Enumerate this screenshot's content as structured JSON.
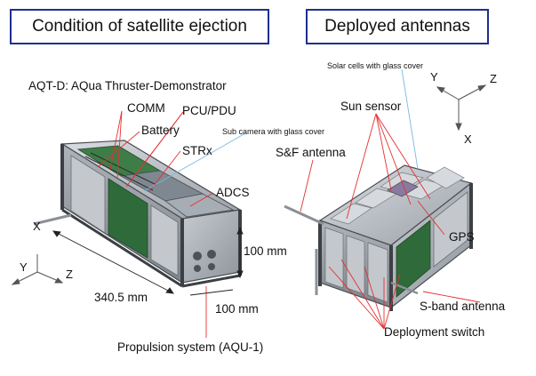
{
  "titles": {
    "left": "Condition of satellite ejection",
    "right": "Deployed antennas"
  },
  "left_panel": {
    "caption": "AQT-D: AQua Thruster-Demonstrator",
    "labels": {
      "comm": "COMM",
      "pcu_pdu": "PCU/PDU",
      "battery": "Battery",
      "sub_camera": "Sub camera with glass cover",
      "strx": "STRx",
      "adcs": "ADCS",
      "propulsion": "Propulsion system (AQU-1)"
    },
    "dimensions": {
      "length": "340.5 mm",
      "height": "100 mm",
      "width": "100 mm"
    },
    "axes": {
      "x": "X",
      "y": "Y",
      "z": "Z"
    }
  },
  "right_panel": {
    "labels": {
      "solar_cells": "Solar cells with glass cover",
      "sun_sensor": "Sun sensor",
      "sf_antenna": "S&F antenna",
      "gps": "GPS",
      "s_band": "S-band antenna",
      "deployment_switch": "Deployment switch"
    },
    "axes": {
      "x": "X",
      "y": "Y",
      "z": "Z"
    }
  },
  "colors": {
    "title_border": "#1f2f8f",
    "leader_red": "#e53030",
    "leader_blue": "#7ab8e0",
    "panel_green": "#2f6b3a",
    "frame_gray": "#5a5e63",
    "panel_gray": "#b8bcc2"
  }
}
